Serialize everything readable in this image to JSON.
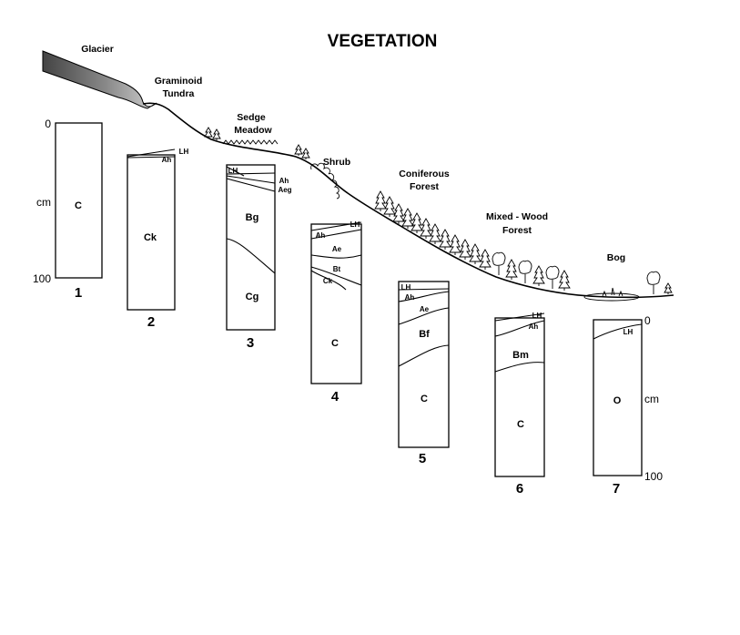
{
  "title": "VEGETATION",
  "vegetation_zones": {
    "glacier": "Glacier",
    "graminoid_tundra": [
      "Graminoid",
      "Tundra"
    ],
    "sedge_meadow": [
      "Sedge",
      "Meadow"
    ],
    "shrub": "Shrub",
    "coniferous_forest": [
      "Coniferous",
      "Forest"
    ],
    "mixed_wood_forest": [
      "Mixed - Wood",
      "Forest"
    ],
    "bog": "Bog"
  },
  "profiles": [
    {
      "number": "1",
      "horizons": [
        "C"
      ]
    },
    {
      "number": "2",
      "horizons": [
        "LH",
        "Ah",
        "Ck"
      ]
    },
    {
      "number": "3",
      "horizons": [
        "LH",
        "Ah",
        "Aeg",
        "Bg",
        "Cg"
      ]
    },
    {
      "number": "4",
      "horizons": [
        "LH",
        "Ah",
        "Ae",
        "Bt",
        "Ck",
        "C"
      ]
    },
    {
      "number": "5",
      "horizons": [
        "LH",
        "Ah",
        "Ae",
        "Bf",
        "C"
      ]
    },
    {
      "number": "6",
      "horizons": [
        "LH",
        "Ah",
        "Bm",
        "C"
      ]
    },
    {
      "number": "7",
      "horizons": [
        "LH",
        "O"
      ]
    }
  ],
  "depth_scale": {
    "left": {
      "top": "0",
      "unit": "cm",
      "bottom": "100"
    },
    "right": {
      "top": "0",
      "unit": "cm",
      "bottom": "100"
    }
  }
}
